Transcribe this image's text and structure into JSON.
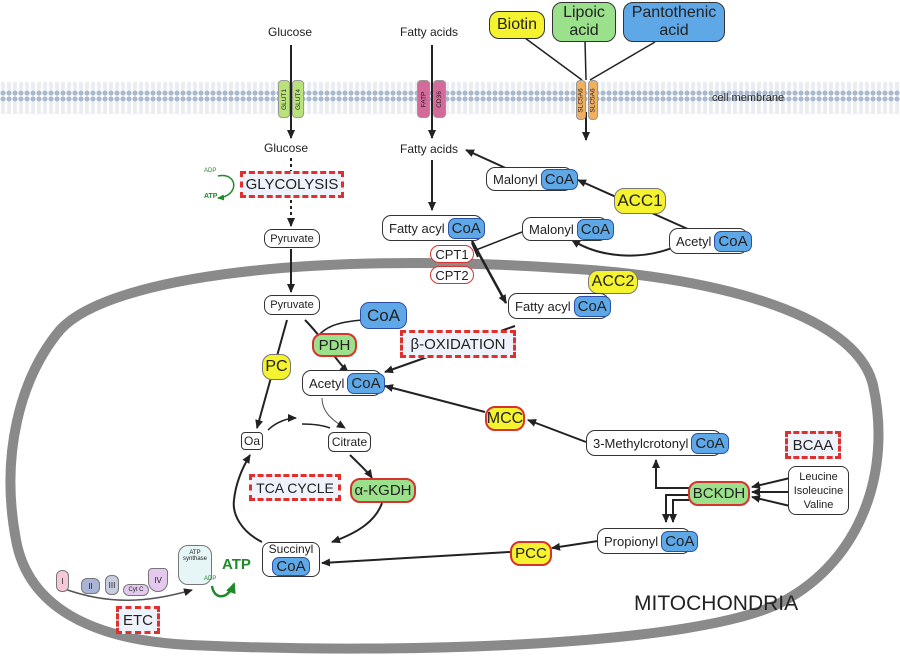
{
  "membrane": {
    "label": "cell membrane"
  },
  "extracellular": {
    "glucose": "Glucose",
    "fatty_acids": "Fatty acids",
    "biotin": "Biotin",
    "lipoic_acid": "Lipoic\nacid",
    "pantothenic_acid": "Pantothenic\nacid"
  },
  "transporters": {
    "glut1": "GLUT1",
    "glut4": "GLUT4",
    "fatp": "FATP",
    "cd36": "CD36",
    "slc5a6_a": "SLC5A6",
    "slc5a6_b": "SLC5A6"
  },
  "cytosol": {
    "glucose": "Glucose",
    "glycolysis": "GLYCOLYSIS",
    "adp": "ADP",
    "atp": "ATP",
    "pyruvate": "Pyruvate",
    "fatty_acids": "Fatty acids",
    "malonyl_coa_top": "Malonyl",
    "acc1": "ACC1",
    "fatty_acyl_coa": "Fatty acyl",
    "malonyl_coa_mid": "Malonyl",
    "acetyl_coa_cyto": "Acetyl",
    "coa": "CoA"
  },
  "mitochondria": {
    "label": "MITOCHONDRIA",
    "cpt1": "CPT1",
    "cpt2": "CPT2",
    "acc2": "ACC2",
    "fatty_acyl_coa": "Fatty acyl",
    "beta_oxidation": "β-OXIDATION",
    "pyruvate": "Pyruvate",
    "coa": "CoA",
    "pdh": "PDH",
    "pc": "PC",
    "acetyl_coa": "Acetyl",
    "oa": "Oa",
    "citrate": "Citrate",
    "tca_cycle": "TCA CYCLE",
    "akgdh": "α-KGDH",
    "succinyl_coa": "Succinyl",
    "mcc": "MCC",
    "methylcrotonyl_coa": "3-Methylcrotonyl",
    "bcaa": "BCAA",
    "bcaa_list": [
      "Leucine",
      "Isoleucine",
      "Valine"
    ],
    "bckdh": "BCKDH",
    "propionyl_coa": "Propionyl",
    "pcc": "PCC",
    "etc": "ETC",
    "etc_complexes": [
      "I",
      "II",
      "III",
      "Cyt C",
      "IV"
    ],
    "atp_synthase": "ATP\nsynthase",
    "adp": "ADP",
    "atp": "ATP"
  },
  "colors": {
    "yellow_enzyme": "#f5f230",
    "green_enzyme": "#9be08a",
    "coa_blue": "#5fa8e8",
    "dashed_red": "#e0302d",
    "membrane_gray": "#8a8a8a",
    "atp_green": "#1f8a2a"
  }
}
